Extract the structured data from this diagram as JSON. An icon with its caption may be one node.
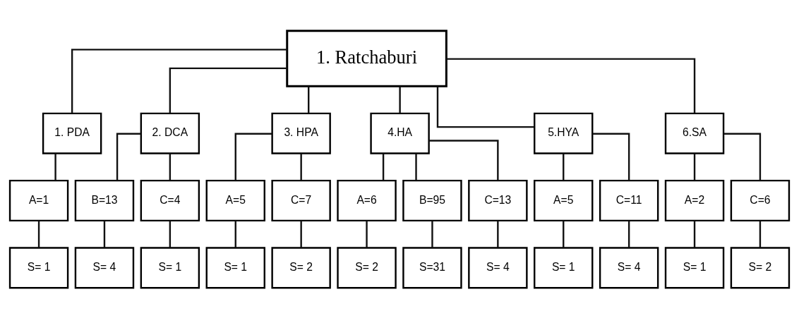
{
  "diagram": {
    "nodes": [
      {
        "text": [
          "1. Ratchaburi"
        ]
      },
      {
        "text": [
          "1. PDA"
        ]
      },
      {
        "text": [
          "2. DCA"
        ]
      },
      {
        "text": [
          "3. HPA"
        ]
      },
      {
        "text": [
          "4.HA"
        ]
      },
      {
        "text": [
          "5.HYA"
        ]
      },
      {
        "text": [
          "6.SA"
        ]
      },
      {
        "text": [
          "A=1"
        ]
      },
      {
        "text": [
          "B=13"
        ]
      },
      {
        "text": [
          "C=4"
        ]
      },
      {
        "text": [
          "A=5"
        ]
      },
      {
        "text": [
          "C=7"
        ]
      },
      {
        "text": [
          "A=6"
        ]
      },
      {
        "text": [
          "B=95"
        ]
      },
      {
        "text": [
          "C=13"
        ]
      },
      {
        "text": [
          "A=5"
        ]
      },
      {
        "text": [
          "C=11"
        ]
      },
      {
        "text": [
          "A=2"
        ]
      },
      {
        "text": [
          "C=6"
        ]
      },
      {
        "text": [
          "S= 1"
        ]
      },
      {
        "text": [
          "S= 4"
        ]
      },
      {
        "text": [
          "S= 1"
        ]
      },
      {
        "text": [
          "S= 1"
        ]
      },
      {
        "text": [
          "S= 2"
        ]
      },
      {
        "text": [
          "S= 2"
        ]
      },
      {
        "text": [
          "S=31"
        ]
      },
      {
        "text": [
          "S= 4"
        ]
      },
      {
        "text": [
          "S= 1"
        ]
      },
      {
        "text": [
          "S= 4"
        ]
      },
      {
        "text": [
          "S= 1"
        ]
      },
      {
        "text": [
          "S= 2"
        ]
      }
    ],
    "edges": [
      {
        "from": 0,
        "to": 1,
        "arrow": "none"
      },
      {
        "from": 0,
        "to": 2,
        "arrow": "none"
      },
      {
        "from": 0,
        "to": 3,
        "arrow": "none"
      },
      {
        "from": 0,
        "to": 4,
        "arrow": "none"
      },
      {
        "from": 0,
        "to": 5,
        "arrow": "none"
      },
      {
        "from": 0,
        "to": 6,
        "arrow": "none"
      },
      {
        "from": 1,
        "to": 7,
        "arrow": "none"
      },
      {
        "from": 2,
        "to": 8,
        "arrow": "none"
      },
      {
        "from": 2,
        "to": 9,
        "arrow": "none"
      },
      {
        "from": 3,
        "to": 10,
        "arrow": "none"
      },
      {
        "from": 3,
        "to": 11,
        "arrow": "none"
      },
      {
        "from": 4,
        "to": 12,
        "arrow": "none"
      },
      {
        "from": 4,
        "to": 13,
        "arrow": "none"
      },
      {
        "from": 4,
        "to": 14,
        "arrow": "none"
      },
      {
        "from": 5,
        "to": 15,
        "arrow": "none"
      },
      {
        "from": 5,
        "to": 16,
        "arrow": "none"
      },
      {
        "from": 6,
        "to": 17,
        "arrow": "none"
      },
      {
        "from": 6,
        "to": 18,
        "arrow": "none"
      },
      {
        "from": 7,
        "to": 19,
        "arrow": "none"
      },
      {
        "from": 8,
        "to": 20,
        "arrow": "none"
      },
      {
        "from": 9,
        "to": 21,
        "arrow": "none"
      },
      {
        "from": 10,
        "to": 22,
        "arrow": "none"
      },
      {
        "from": 11,
        "to": 23,
        "arrow": "none"
      },
      {
        "from": 12,
        "to": 24,
        "arrow": "none"
      },
      {
        "from": 13,
        "to": 25,
        "arrow": "none"
      },
      {
        "from": 14,
        "to": 26,
        "arrow": "none"
      },
      {
        "from": 15,
        "to": 27,
        "arrow": "none"
      },
      {
        "from": 16,
        "to": 28,
        "arrow": "none"
      },
      {
        "from": 17,
        "to": 29,
        "arrow": "none"
      },
      {
        "from": 18,
        "to": 30,
        "arrow": "none"
      }
    ]
  }
}
